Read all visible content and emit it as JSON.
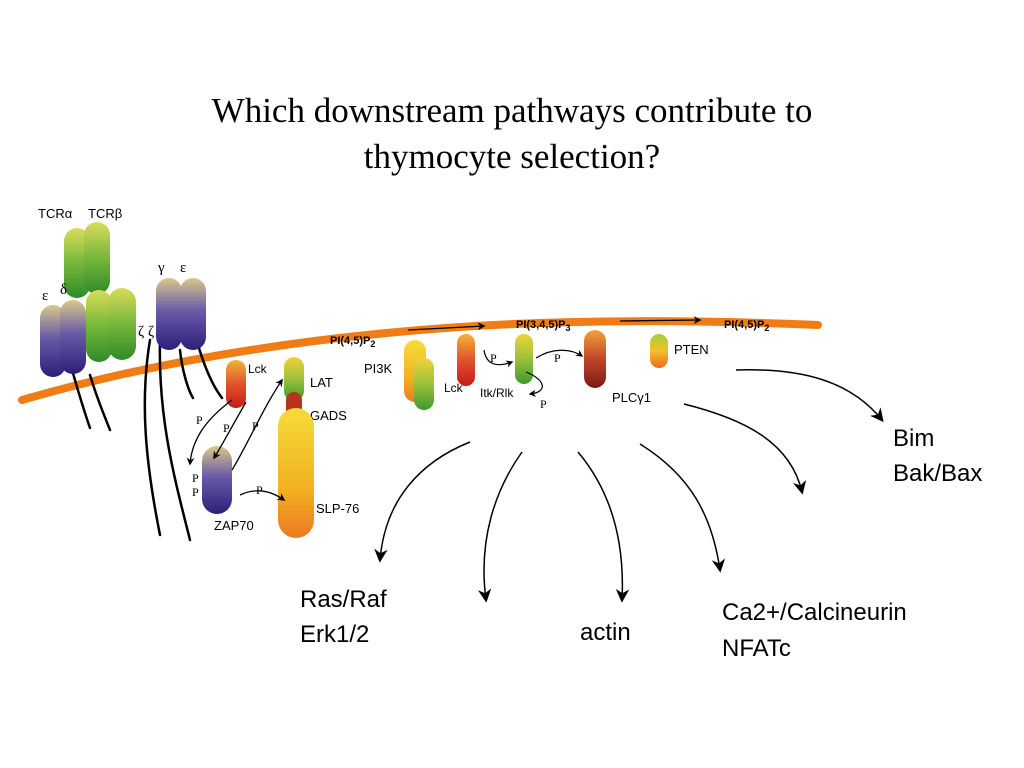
{
  "title": {
    "line1": "Which downstream pathways contribute to",
    "line2": "thymocyte selection?"
  },
  "receptor": {
    "tcr_alpha": "TCRα",
    "tcr_beta": "TCRβ",
    "epsilon_left": "ε",
    "delta": "δ",
    "gamma": "γ",
    "epsilon_right": "ε",
    "zeta": "ζ ζ"
  },
  "proteins": {
    "lck1": "Lck",
    "lat": "LAT",
    "gads": "GADS",
    "slp76": "SLP-76",
    "zap70": "ZAP70",
    "pi3k": "PI3K",
    "lck2": "Lck",
    "itk": "Itk/Rlk",
    "plcg1": "PLCγ1",
    "pten": "PTEN"
  },
  "lipids": {
    "pip2_left": "PI(4,5)P",
    "pip2_left_sub": "2",
    "pip3": "PI(3,4,5)P",
    "pip3_sub": "3",
    "pip2_right": "PI(4,5)P",
    "pip2_right_sub": "2"
  },
  "phospho": {
    "p1": "P",
    "p2": "P",
    "p3": "P",
    "p4": "P",
    "p5": "P",
    "p6": "P",
    "p7": "P",
    "p8": "P",
    "p9": "P"
  },
  "outcomes": {
    "ras_raf": "Ras/Raf",
    "erk": "Erk1/2",
    "actin": "actin",
    "ca_calcineurin": "Ca2+/Calcineurin",
    "nfatc": "NFATc",
    "bim": "Bim",
    "bak_bax": "Bak/Bax"
  },
  "colors": {
    "membrane": "#f07c16",
    "purple": "#3b2a8a",
    "green": "#3f9a2e",
    "red": "#d8231e",
    "yellow": "#f2c416"
  }
}
